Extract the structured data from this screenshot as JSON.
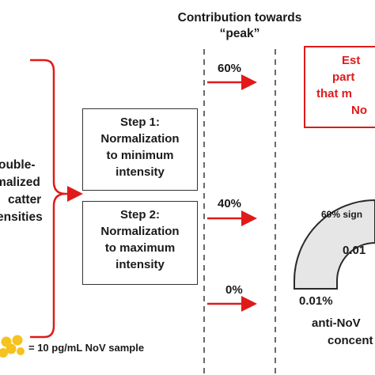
{
  "header": {
    "line1": "Contribution towards",
    "line2": "“peak”"
  },
  "left_label": {
    "lines": [
      "ouble-",
      "rmalized",
      "catter",
      "ensities"
    ]
  },
  "step1": {
    "title": "Step 1:",
    "line2": "Normalization",
    "line3": "to minimum",
    "line4": "intensity"
  },
  "step2": {
    "title": "Step 2:",
    "line2": "Normalization",
    "line3": "to maximum",
    "line4": "intensity"
  },
  "contributions": [
    "60%",
    "40%",
    "0%"
  ],
  "estimate_box": {
    "lines": [
      "Est",
      "part",
      "that m",
      "No"
    ]
  },
  "gauge": {
    "inner_label": "60% sign",
    "mid_value": "0.01",
    "low_value": "0.01%"
  },
  "axis_label": {
    "line1": "anti-NoV",
    "line2": "concent"
  },
  "legend": {
    "text": "= 10 pg/mL NoV sample"
  },
  "colors": {
    "accent_red": "#e01a1a",
    "bead_yellow": "#f6c21e",
    "gauge_fill": "#e6e6e6"
  }
}
